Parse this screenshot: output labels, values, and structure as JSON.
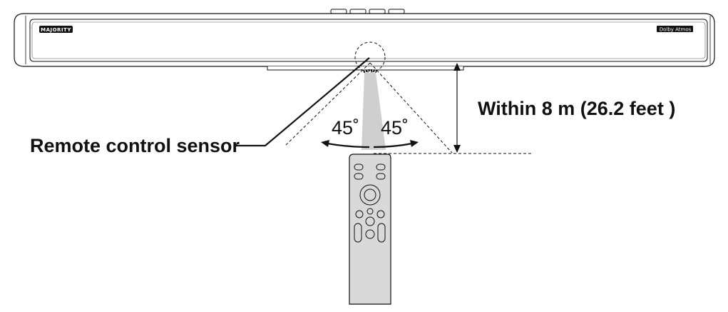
{
  "soundbar": {
    "brand_logo": "MAJORITY",
    "badge": "Dolby Atmos"
  },
  "labels": {
    "sensor": "Remote control sensor",
    "distance": "Within 8 m (26.2 feet )",
    "angle_left": "45˚",
    "angle_right": "45˚"
  },
  "colors": {
    "line": "#111111",
    "beam": "#cfcfcf",
    "remote_body": "#d9d9d9"
  }
}
